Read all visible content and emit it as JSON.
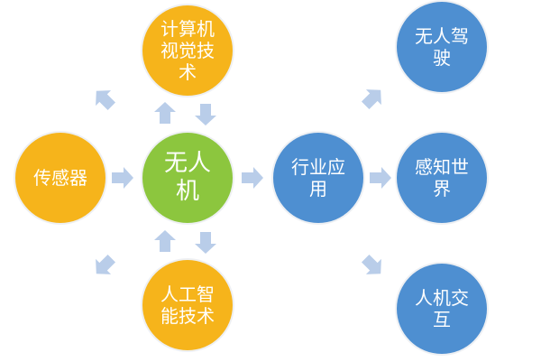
{
  "colors": {
    "orange": "#F6B41B",
    "green": "#8CC63E",
    "blue": "#4E8FD1",
    "arrow": "#B9CDE9"
  },
  "nodes": {
    "vision": {
      "label": "计算机视觉技术",
      "color": "orange"
    },
    "sensor": {
      "label": "传感器",
      "color": "orange"
    },
    "drone": {
      "label": "无人机",
      "color": "green"
    },
    "ai": {
      "label": "人工智能技术",
      "color": "orange"
    },
    "industry": {
      "label": "行业应用",
      "color": "blue"
    },
    "autodrive": {
      "label": "无人驾驶",
      "color": "blue"
    },
    "perception": {
      "label": "感知世界",
      "color": "blue"
    },
    "hci": {
      "label": "人机交互",
      "color": "blue"
    }
  }
}
